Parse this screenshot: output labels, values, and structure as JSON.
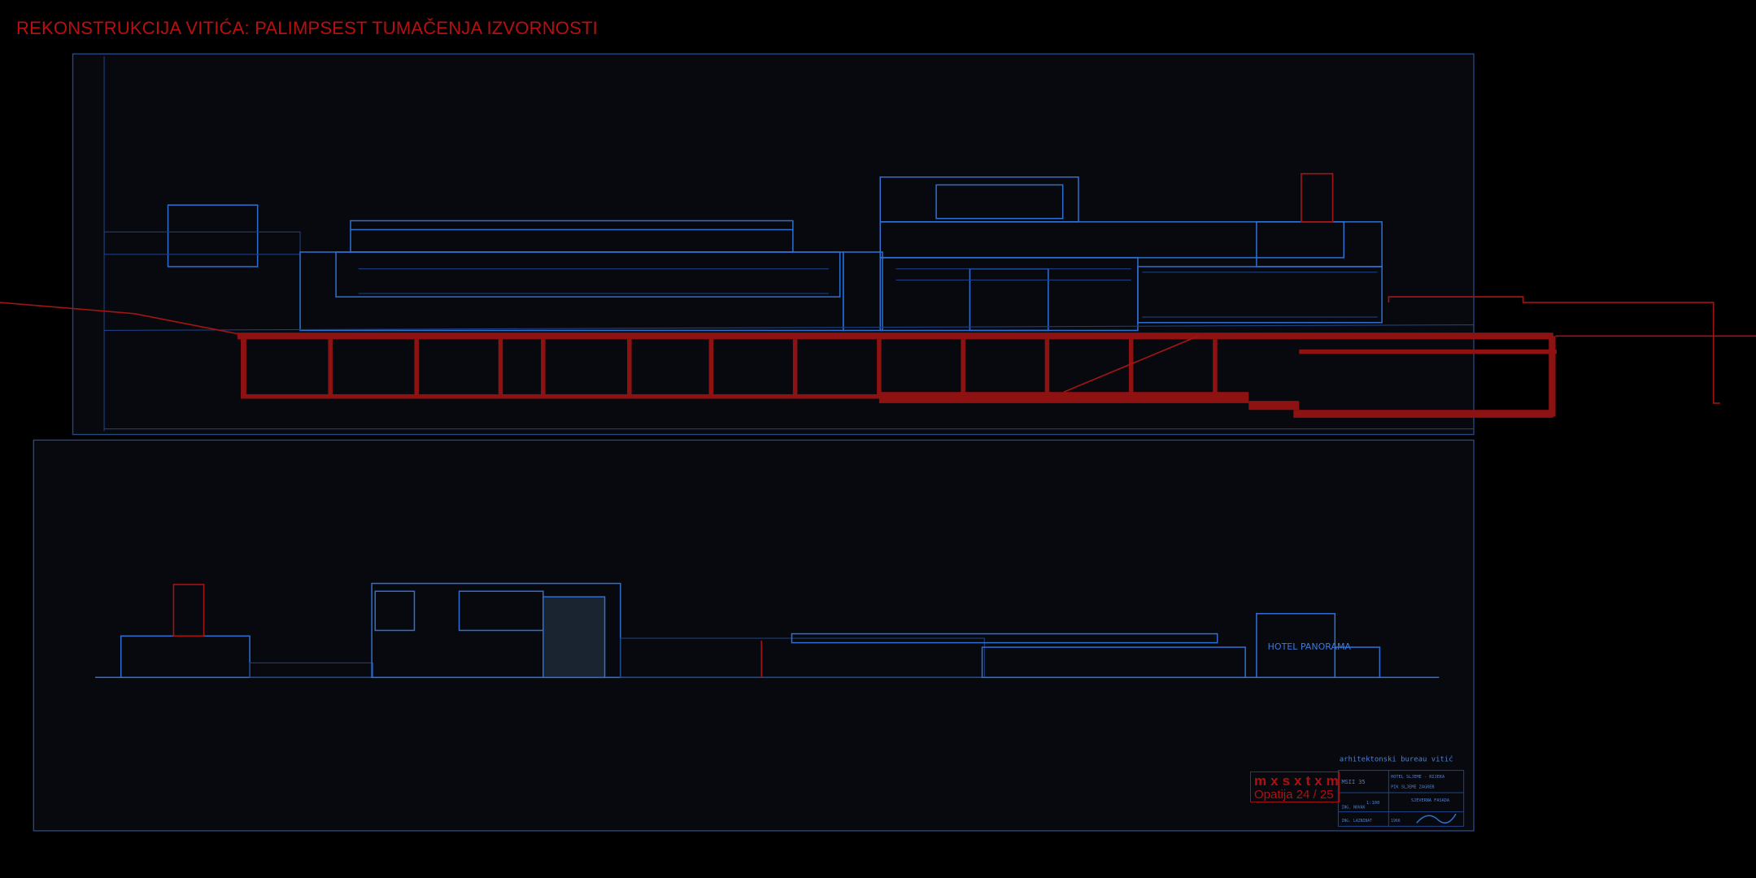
{
  "title": "REKONSTRUKCIJA VITIĆA: PALIMPSEST TUMAČENJA IZVORNOSTI",
  "stamp": {
    "name": "mxsxtxm",
    "place": "Opatija  24 / 25"
  },
  "drawing": {
    "sign_label": "HOTEL PANORAMA",
    "title_block": {
      "office": "arhitektonski bureau vitić",
      "sheet": "MSII   35",
      "project": "HOTEL SLJEME - RIJEKA",
      "client": "PIK SLJEME ZAGREB",
      "scale": "1:100",
      "view": "SJEVERNA FASADA",
      "drawn_by": "ING. NOVAK",
      "checked_by": "ING. LAZNIBAT",
      "date": "1966"
    }
  },
  "colors": {
    "accent": "#b80f0f",
    "blueprint": "#2f6fd0",
    "background": "#000000"
  }
}
